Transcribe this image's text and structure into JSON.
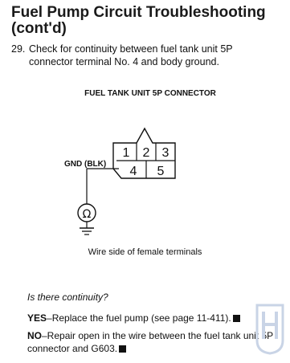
{
  "title": "Fuel Pump Circuit Troubleshooting (cont'd)",
  "step": {
    "number": "29.",
    "text": "Check for continuity between fuel tank unit 5P connector terminal No. 4 and body ground."
  },
  "diagram": {
    "heading": "FUEL TANK UNIT 5P CONNECTOR",
    "terminals": [
      "1",
      "2",
      "3",
      "4",
      "5"
    ],
    "ground_label": "GND (BLK)",
    "meter_symbol": "Ω",
    "caption": "Wire side of female terminals"
  },
  "question": "Is there continuity?",
  "answers": {
    "yes_label": "YES",
    "yes_text": "–Replace the fuel pump (see page 11-411).",
    "no_label": "NO",
    "no_text": "–Repair open in the wire between the fuel tank unit 5P connector and G603."
  }
}
